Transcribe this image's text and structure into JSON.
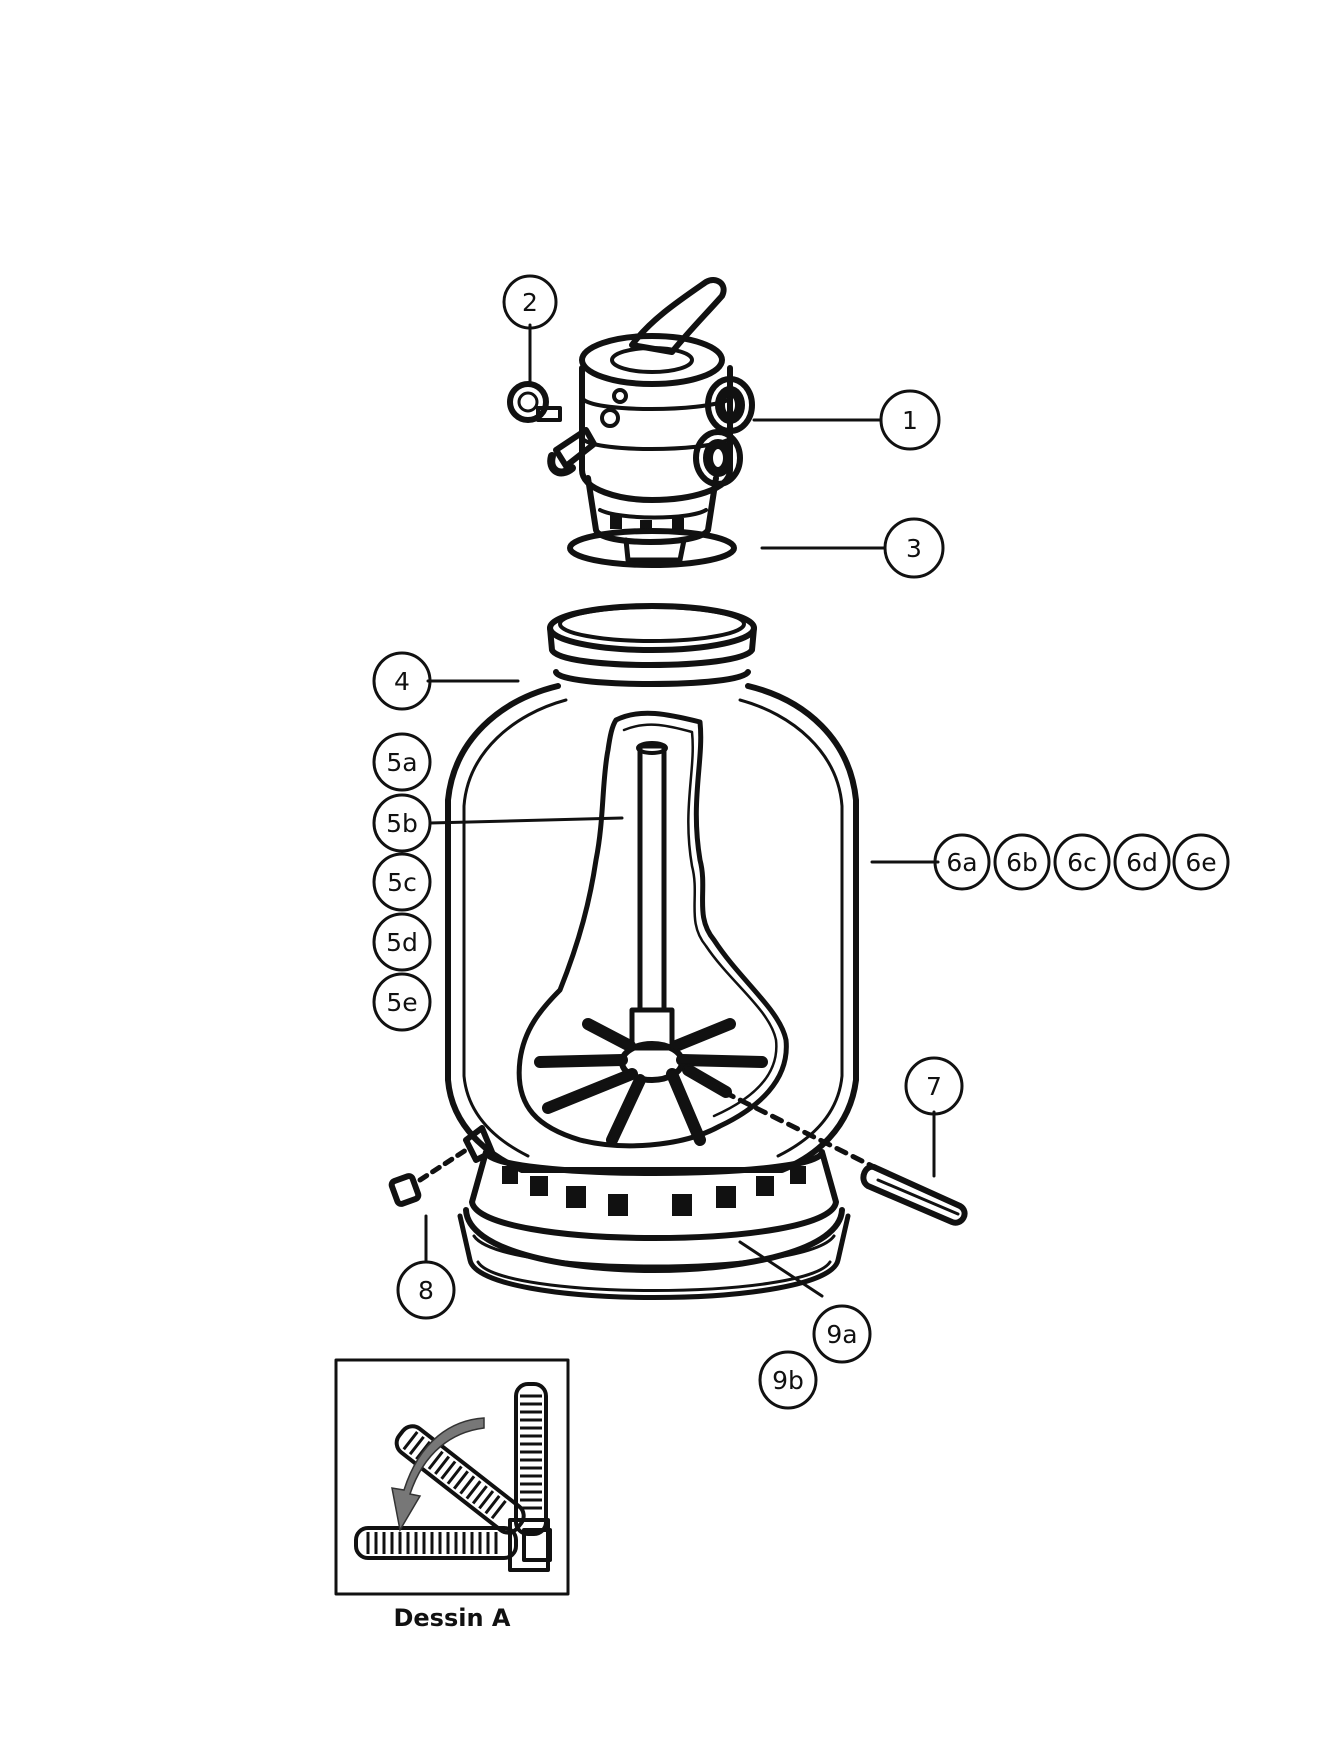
{
  "callouts": {
    "c1": "1",
    "c2": "2",
    "c3": "3",
    "c4": "4",
    "c5a": "5a",
    "c5b": "5b",
    "c5c": "5c",
    "c5d": "5d",
    "c5e": "5e",
    "c6a": "6a",
    "c6b": "6b",
    "c6c": "6c",
    "c6d": "6d",
    "c6e": "6e",
    "c7": "7",
    "c8": "8",
    "c9a": "9a",
    "c9b": "9b"
  },
  "inset": {
    "caption": "Dessin A"
  }
}
